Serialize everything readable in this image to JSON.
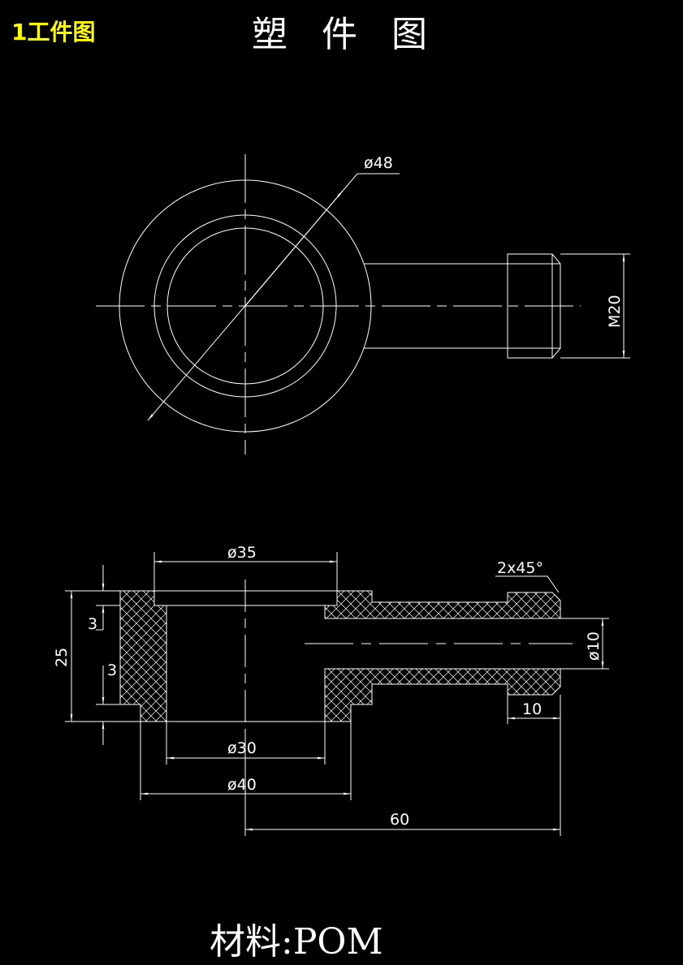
{
  "header": {
    "tag": "1工件图",
    "title": "塑 件 图"
  },
  "footer": {
    "material": "材料:POM"
  },
  "dimensions": {
    "d48": "ø48",
    "m20": "M20",
    "d35": "ø35",
    "chamfer": "2x45°",
    "h25": "25",
    "t3a": "3",
    "t3b": "3",
    "d10": "ø10",
    "l10": "10",
    "d30": "ø30",
    "d40": "ø40",
    "l60": "60"
  },
  "colors": {
    "background": "#000000",
    "lines": "#ffffff",
    "tag_text": "#ffff00",
    "title_text": "#ffffff"
  }
}
